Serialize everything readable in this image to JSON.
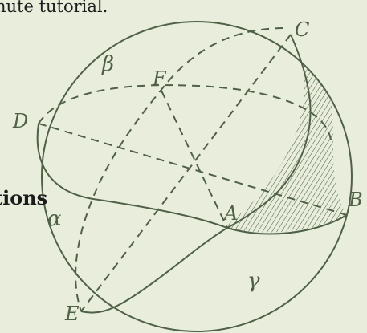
{
  "background_color": "#e8eddc",
  "ink_color": "#4f6145",
  "page": {
    "top_text": "nute tutorial.",
    "bold_text": "tions"
  },
  "diagram": {
    "labels": {
      "C": "C",
      "F": "F",
      "D": "D",
      "beta": "β",
      "alpha": "α",
      "A": "A",
      "B": "B",
      "gamma": "γ",
      "E": "E"
    }
  }
}
